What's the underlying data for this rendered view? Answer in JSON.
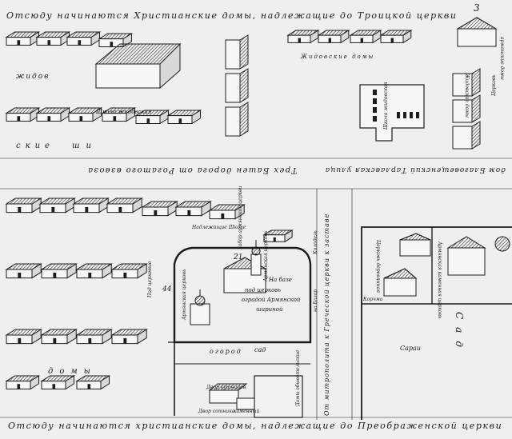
{
  "map": {
    "top_heading": "Отсюду начинаются Христианские домы, надлежащие до Троицкой церкви",
    "bottom_heading": "Отсюду начинаются христианские домы, надлежащие до Преображенской церкви",
    "corner_number": "3",
    "labels": {
      "zhidov": "жидов",
      "shkola_zhidovskaya": "Школа жидовская",
      "zhidovskie_domy": "Жидовские домы",
      "shkola_zhidovskaya_right": "Школа жидовская",
      "zhidovskie_domy_right": "Жидовские домы",
      "skie": "ские",
      "shi": "ши",
      "domy_row": "домы",
      "main_street": "Трех Башен дорога от Рогатого взвоза",
      "upper_street": "дом Благовещенский Тарлавская улица",
      "nadlezhashie_shkole": "Надлежащие Школе",
      "zabor_armyanskoy_tserkvi": "Забор армянской церкви",
      "church_21": "21",
      "church_21_label": "Армянская церковь",
      "na_baze": "На базе",
      "pod_tserkov": "под церковь",
      "ogradoy_armenian": "оградой Армянской",
      "shirokoy": "шириной",
      "church_44": "44",
      "church_44_label": "Армянская церковь",
      "ogorod": "огород",
      "sad": "сад",
      "sad_right": "Сад",
      "grad_kushnirov": "Двор кушниров",
      "dvor_sotnika": "Двор сотника",
      "kamenni": "каменный",
      "ot_mitropolita": "От митрополита к Греческой церкви к заставе",
      "na_bazaryu": "на Базар",
      "na_kolodezi": "Колодезь",
      "podanie": "Домы обывательские",
      "sarai": "Сараи",
      "derevyannaya_tserkov": "Церковь деревянная",
      "kamennaya_tserkov": "Армянская каменная церковь",
      "armyanskie_doma": "армянские домы",
      "tserkov_stolb": "Церковь",
      "korenskoe": "Корчма",
      "pod_tserkovyu": "Под церковью"
    }
  }
}
